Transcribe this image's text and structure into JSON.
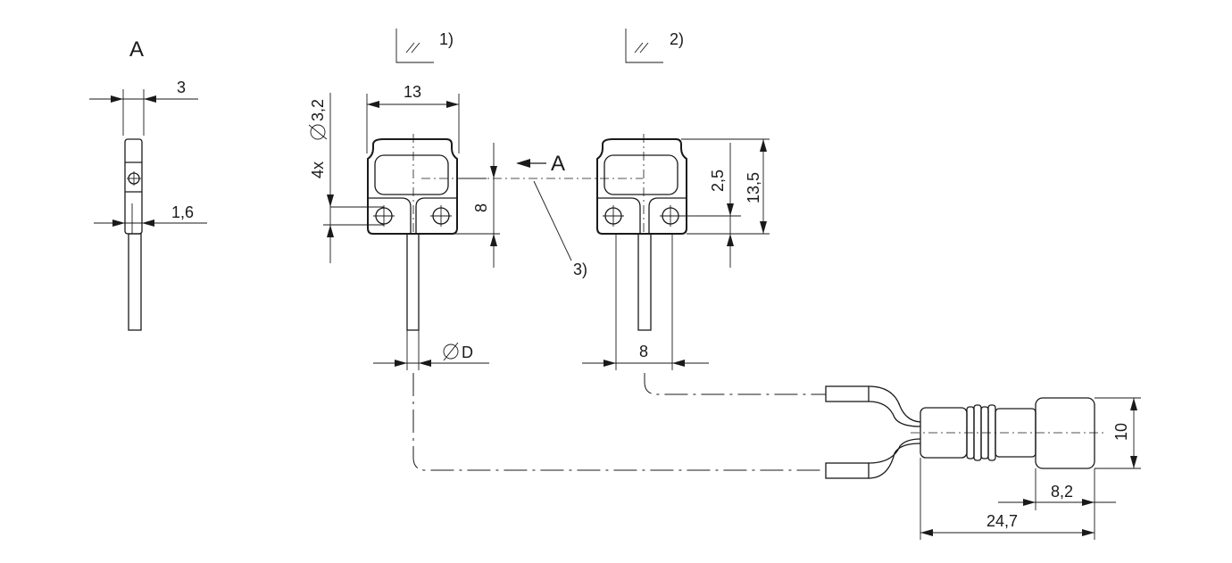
{
  "view": {
    "label": "A"
  },
  "notes": {
    "n1": "1)",
    "n2": "2)",
    "n3": "3)"
  },
  "dims": {
    "d3": "3",
    "d1_6": "1,6",
    "d13": "13",
    "holes": "4x",
    "hole_dia": "3,2",
    "d8_left": "8",
    "d2_5": "2,5",
    "d13_5": "13,5",
    "cable_dia": "D",
    "d8_cable": "8",
    "d10": "10",
    "d8_2": "8,2",
    "d24_7": "24,7"
  }
}
